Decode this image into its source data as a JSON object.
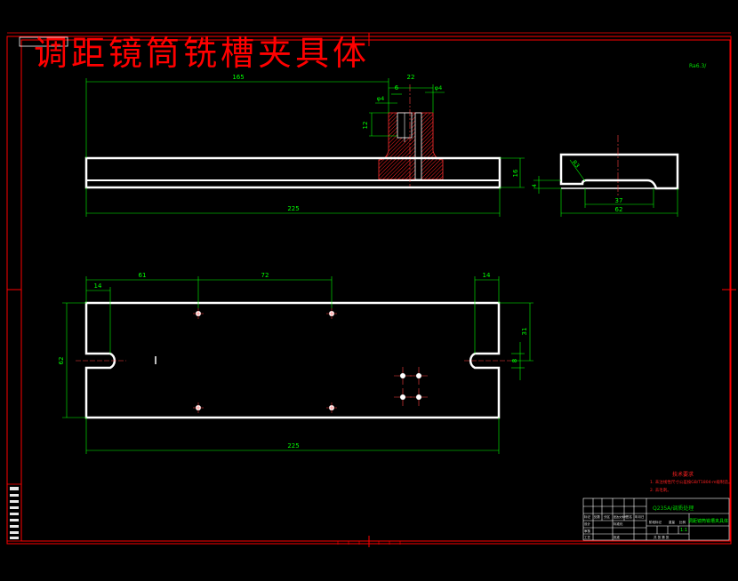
{
  "title": "调距镜筒铣槽夹具体",
  "corner_note": "Ra6.3/",
  "colors": {
    "background": "#000000",
    "frame": "#ff0000",
    "part_outline": "#ffffff",
    "dimension": "#00ff00",
    "hatch": "#ff2020",
    "center_line": "#ff4040"
  },
  "dimensions": {
    "front_view": [
      "165",
      "22",
      "6",
      "φ4",
      "φ4",
      "12",
      "16",
      "225"
    ],
    "side_view": [
      "R3",
      "4",
      "37",
      "62"
    ],
    "top_view": [
      "14",
      "61",
      "72",
      "14",
      "62",
      "31",
      "8",
      "225"
    ]
  },
  "technical_requirements": {
    "heading": "技术要求",
    "items": [
      "1. 未注线性尺寸公差按GB/T1804-m级制造。",
      "2. 去毛刺。"
    ]
  },
  "title_block": {
    "material": "Q235A/调质处理",
    "part_name": "调距镜筒铣槽夹具体",
    "row_labels": [
      "标记",
      "处数",
      "分区",
      "更改文件号",
      "签名",
      "年月日"
    ],
    "small_labels": [
      "设计",
      "标准化",
      "审核",
      "工艺",
      "批准"
    ],
    "stage_labels": [
      "阶段标记",
      "重量",
      "比例"
    ],
    "sheet_text": "共  张  第  张",
    "scale": "1:1"
  }
}
